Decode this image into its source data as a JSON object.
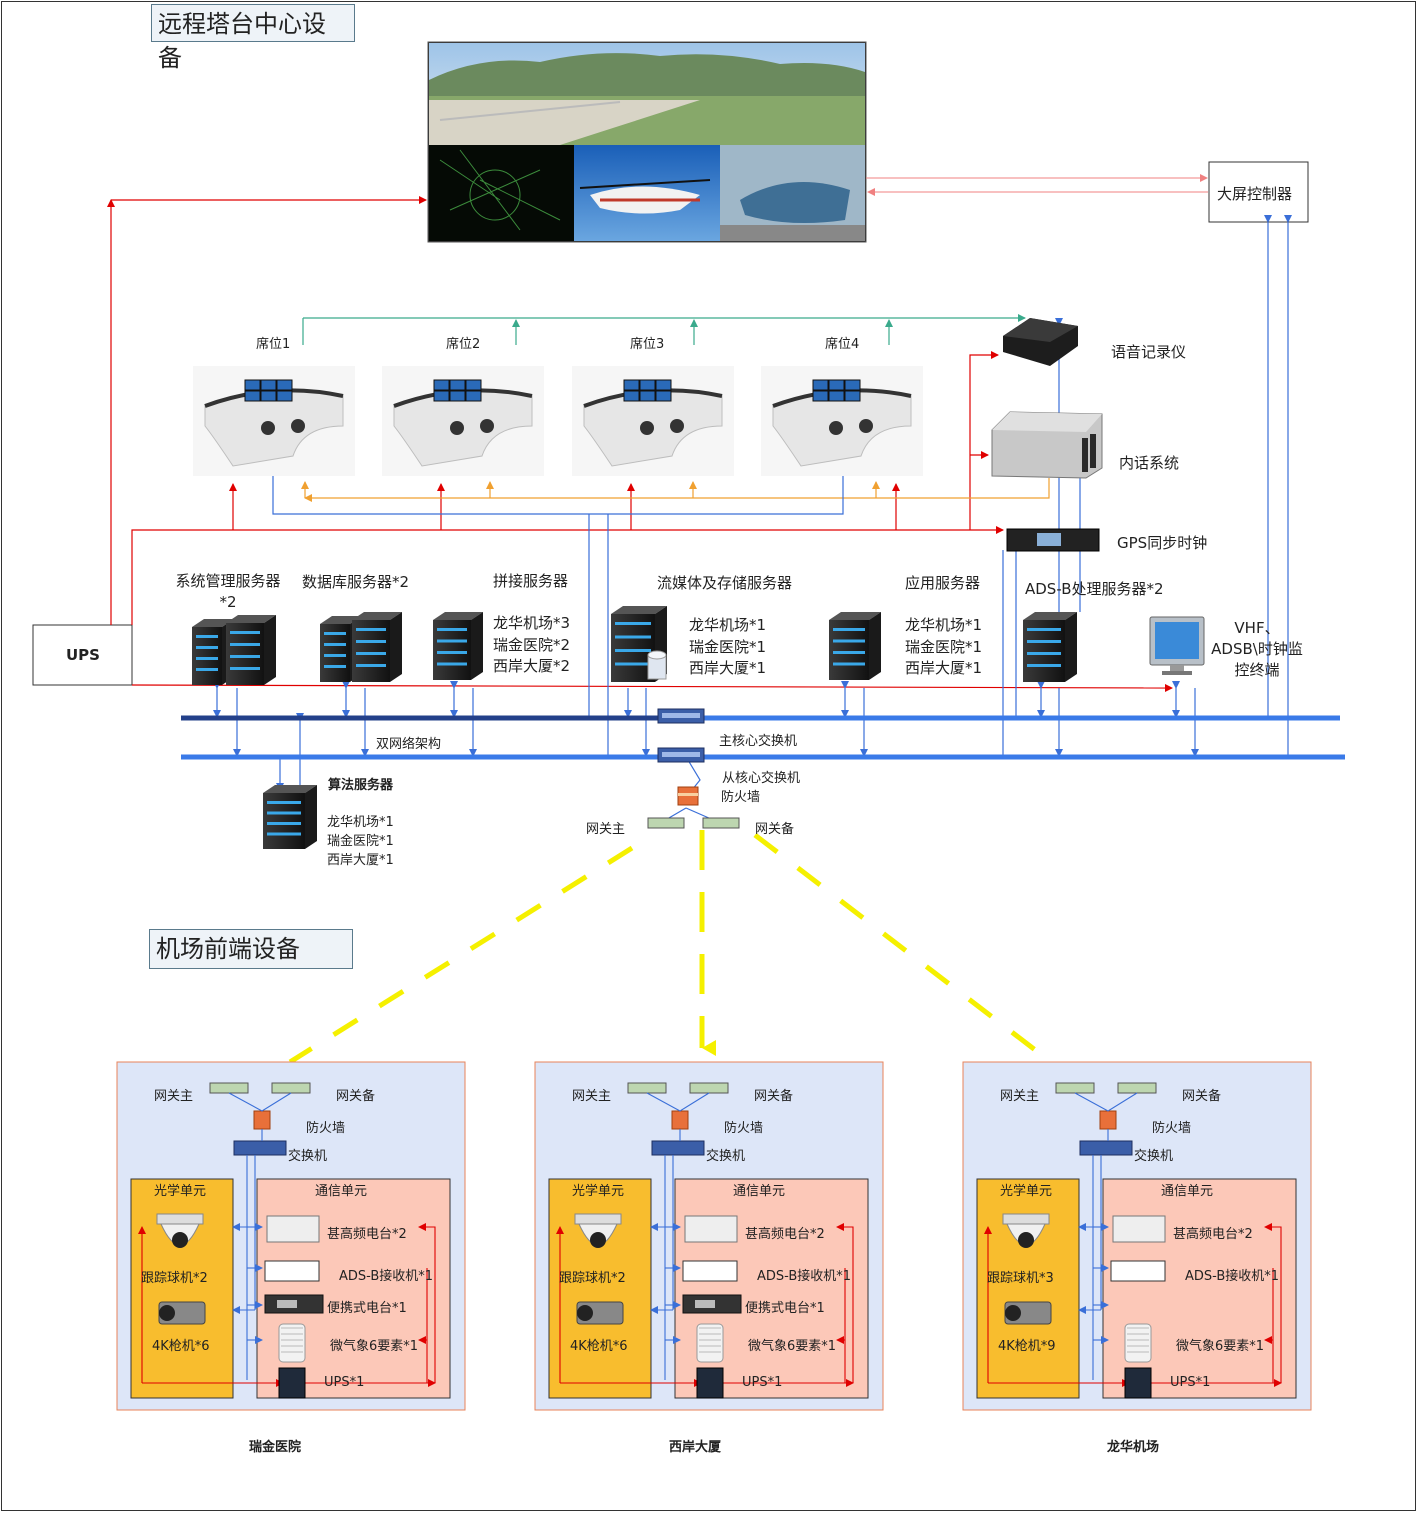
{
  "headings": {
    "center": "远程塔台中心设备",
    "front": "机场前端设备"
  },
  "center": {
    "ups": "UPS",
    "screen_controller": "大屏控制器",
    "seats": [
      "席位1",
      "席位2",
      "席位3",
      "席位4"
    ],
    "voice_recorder": "语音记录仪",
    "intercom": "内话系统",
    "gps_clock": "GPS同步时钟",
    "servers": {
      "sys_mgmt": "系统管理服务器*2",
      "database": "数据库服务器*2",
      "splice": "拼接服务器",
      "splice_items": [
        "龙华机场*3",
        "瑞金医院*2",
        "西岸大厦*2"
      ],
      "media": "流媒体及存储服务器",
      "media_items": [
        "龙华机场*1",
        "瑞金医院*1",
        "西岸大厦*1"
      ],
      "app": "应用服务器",
      "app_items": [
        "龙华机场*1",
        "瑞金医院*1",
        "西岸大厦*1"
      ],
      "adsb": "ADS-B处理服务器*2",
      "monitor": "VHF、ADSB\\时钟监控终端",
      "algo": "算法服务器",
      "algo_items": [
        "龙华机场*1",
        "瑞金医院*1",
        "西岸大厦*1"
      ]
    },
    "dual_net": "双网络架构",
    "main_switch": "主核心交换机",
    "sub_switch": "从核心交换机",
    "firewall": "防火墙",
    "gw_main": "网关主",
    "gw_backup": "网关备"
  },
  "sites": [
    {
      "name": "瑞金医院",
      "gw_main": "网关主",
      "gw_backup": "网关备",
      "firewall": "防火墙",
      "switch": "交换机",
      "optical": "光学单元",
      "comm": "通信单元",
      "dome": "跟踪球机*2",
      "gun": "4K枪机*6",
      "vhf": "甚高频电台*2",
      "adsb": "ADS-B接收机*1",
      "portable": "便携式电台*1",
      "weather": "微气象6要素*1",
      "ups": "UPS*1"
    },
    {
      "name": "西岸大厦",
      "gw_main": "网关主",
      "gw_backup": "网关备",
      "firewall": "防火墙",
      "switch": "交换机",
      "optical": "光学单元",
      "comm": "通信单元",
      "dome": "跟踪球机*2",
      "gun": "4K枪机*6",
      "vhf": "甚高频电台*2",
      "adsb": "ADS-B接收机*1",
      "portable": "便携式电台*1",
      "weather": "微气象6要素*1",
      "ups": "UPS*1"
    },
    {
      "name": "龙华机场",
      "gw_main": "网关主",
      "gw_backup": "网关备",
      "firewall": "防火墙",
      "switch": "交换机",
      "optical": "光学单元",
      "comm": "通信单元",
      "dome": "跟踪球机*3",
      "gun": "4K枪机*9",
      "vhf": "甚高频电台*2",
      "adsb": "ADS-B接收机*1",
      "portable": "",
      "weather": "微气象6要素*1",
      "ups": "UPS*1"
    }
  ],
  "colors": {
    "power": "#e00000",
    "network": "#3a6fd8",
    "teal": "#3aaa8c",
    "orange": "#f0a030",
    "wireless": "#f5f000",
    "site_bg": "#dde6f8",
    "optical_bg": "#f8bd2e",
    "comm_bg": "#fcc8b8"
  }
}
